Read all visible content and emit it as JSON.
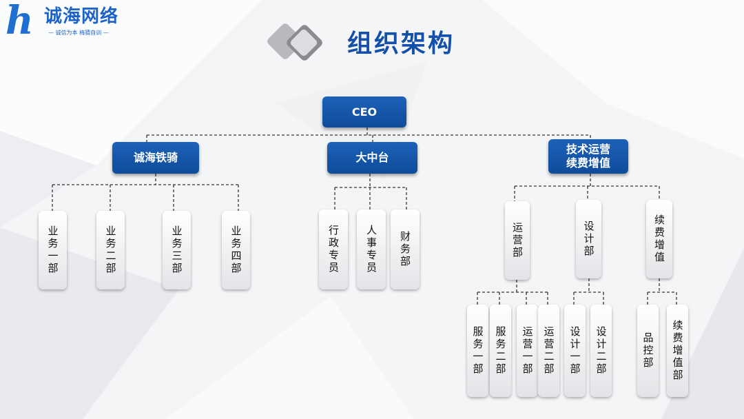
{
  "logo": {
    "mark": "h",
    "name": "诚海网络",
    "slogan": "— 诚信为本 梅猜自训 —"
  },
  "title": "组织架构",
  "org": {
    "ceo": "CEO",
    "divisions": [
      {
        "label": "诚海铁骑",
        "departments": [
          "业务一部",
          "业务二部",
          "业务三部",
          "业务四部"
        ]
      },
      {
        "label": "大中台",
        "departments": [
          "行政专员",
          "人事专员",
          "财务部"
        ]
      },
      {
        "label_line1": "技术运营",
        "label_line2": "续费增值",
        "departments": [
          {
            "label": "运营部",
            "sub": [
              "服务一部",
              "服务二部",
              "运营一部",
              "运营二部"
            ]
          },
          {
            "label": "设计部",
            "sub": [
              "设计一部",
              "设计二部"
            ]
          },
          {
            "label": "续费增值",
            "sub": [
              "品控部",
              "续费增值部"
            ]
          }
        ]
      }
    ]
  },
  "colors": {
    "primary": "#1550a8",
    "box": "#1a5cb0",
    "line": "#333333"
  }
}
